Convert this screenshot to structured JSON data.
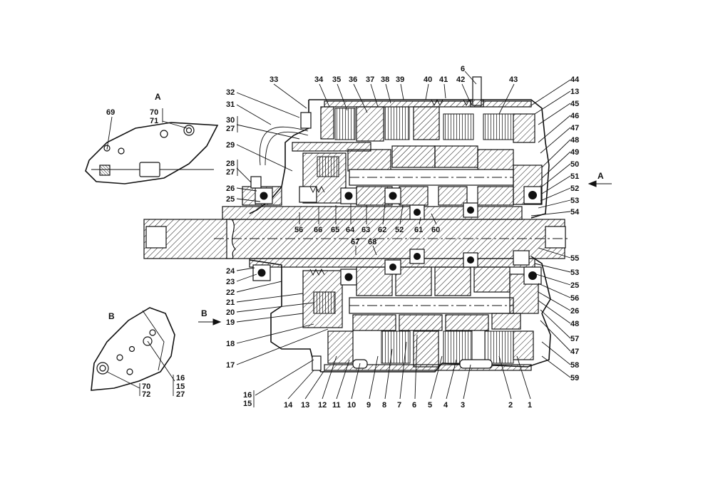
{
  "views": {
    "view_a_title": "A",
    "view_b_title": "B",
    "arrow_a_label": "A",
    "arrow_b_label": "B"
  },
  "callouts": {
    "top": [
      "33",
      "34",
      "35",
      "36",
      "37",
      "38",
      "39",
      "40",
      "41",
      "6",
      "42",
      "43",
      "44"
    ],
    "right": [
      "13",
      "45",
      "46",
      "47",
      "48",
      "49",
      "50",
      "51",
      "52",
      "53",
      "54",
      "55",
      "53",
      "25",
      "56",
      "26",
      "48",
      "57",
      "47",
      "58",
      "59"
    ],
    "bottom": [
      "14",
      "13",
      "12",
      "11",
      "10",
      "9",
      "8",
      "7",
      "6",
      "5",
      "4",
      "3",
      "2",
      "1"
    ],
    "bottom_left_stack": [
      "16",
      "15"
    ],
    "left": [
      "32",
      "31",
      "30",
      "27",
      "29",
      "28",
      "27",
      "26",
      "25",
      "24",
      "23",
      "22",
      "21",
      "20",
      "19",
      "18",
      "17"
    ],
    "inner_row_upper": [
      "56",
      "66",
      "65",
      "64",
      "63",
      "62",
      "52",
      "61",
      "60"
    ],
    "inner_row_lower": [
      "67",
      "68"
    ],
    "view_a_numbers": [
      "69",
      "70",
      "71"
    ],
    "view_b_numbers": [
      "16",
      "15",
      "27",
      "70",
      "72"
    ]
  }
}
